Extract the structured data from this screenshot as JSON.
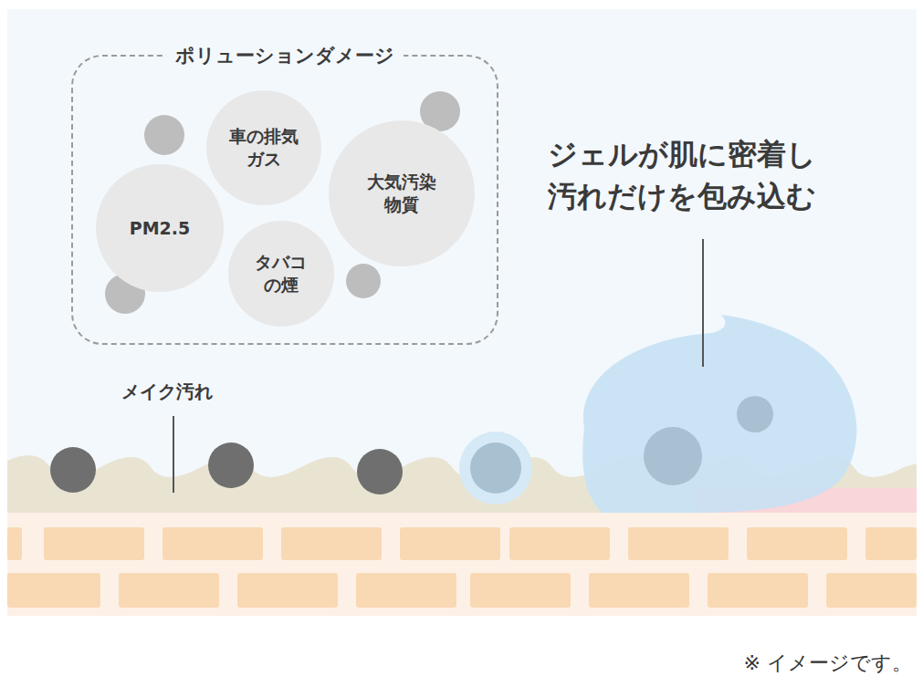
{
  "diagram": {
    "caption": "※ イメージです。",
    "nodes": [
      {
        "text": [
          "ポリューションダメージ"
        ]
      },
      {
        "text": [
          "車の排気 ガス"
        ],
        "in": 0
      },
      {
        "text": [
          "大気汚染 物質"
        ],
        "in": 0
      },
      {
        "text": [
          "PM2.5"
        ],
        "in": 0
      },
      {
        "text": [
          "タバコ の煙"
        ],
        "in": 0
      }
    ],
    "labels": [
      "ジェルが肌に密着し 汚れだけを包み込む",
      "メイク汚れ"
    ]
  }
}
